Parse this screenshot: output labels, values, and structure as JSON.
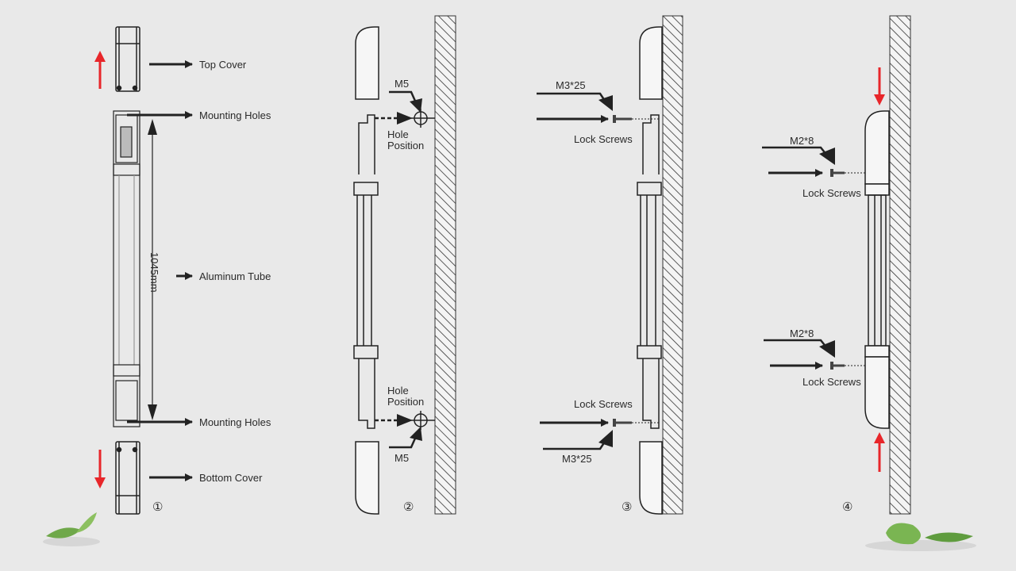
{
  "step1": {
    "top_cover": "Top Cover",
    "mounting_holes_top": "Mounting Holes",
    "dimension": "1045mm",
    "aluminum_tube": "Aluminum Tube",
    "mounting_holes_bottom": "Mounting Holes",
    "bottom_cover": "Bottom Cover",
    "number": "①"
  },
  "step2": {
    "screw_top": "M5",
    "hole_top_1": "Hole",
    "hole_top_2": "Position",
    "hole_bottom_1": "Hole",
    "hole_bottom_2": "Position",
    "screw_bottom": "M5",
    "number": "②"
  },
  "step3": {
    "screw_top": "M3*25",
    "lock_top": "Lock Screws",
    "lock_bottom": "Lock Screws",
    "screw_bottom": "M3*25",
    "number": "③"
  },
  "step4": {
    "screw_top": "M2*8",
    "lock_top": "Lock Screws",
    "screw_bottom": "M2*8",
    "lock_bottom": "Lock Screws",
    "number": "④"
  },
  "colors": {
    "arrow_red": "#e8262a",
    "line": "#222222",
    "background": "#e9e9e9"
  }
}
